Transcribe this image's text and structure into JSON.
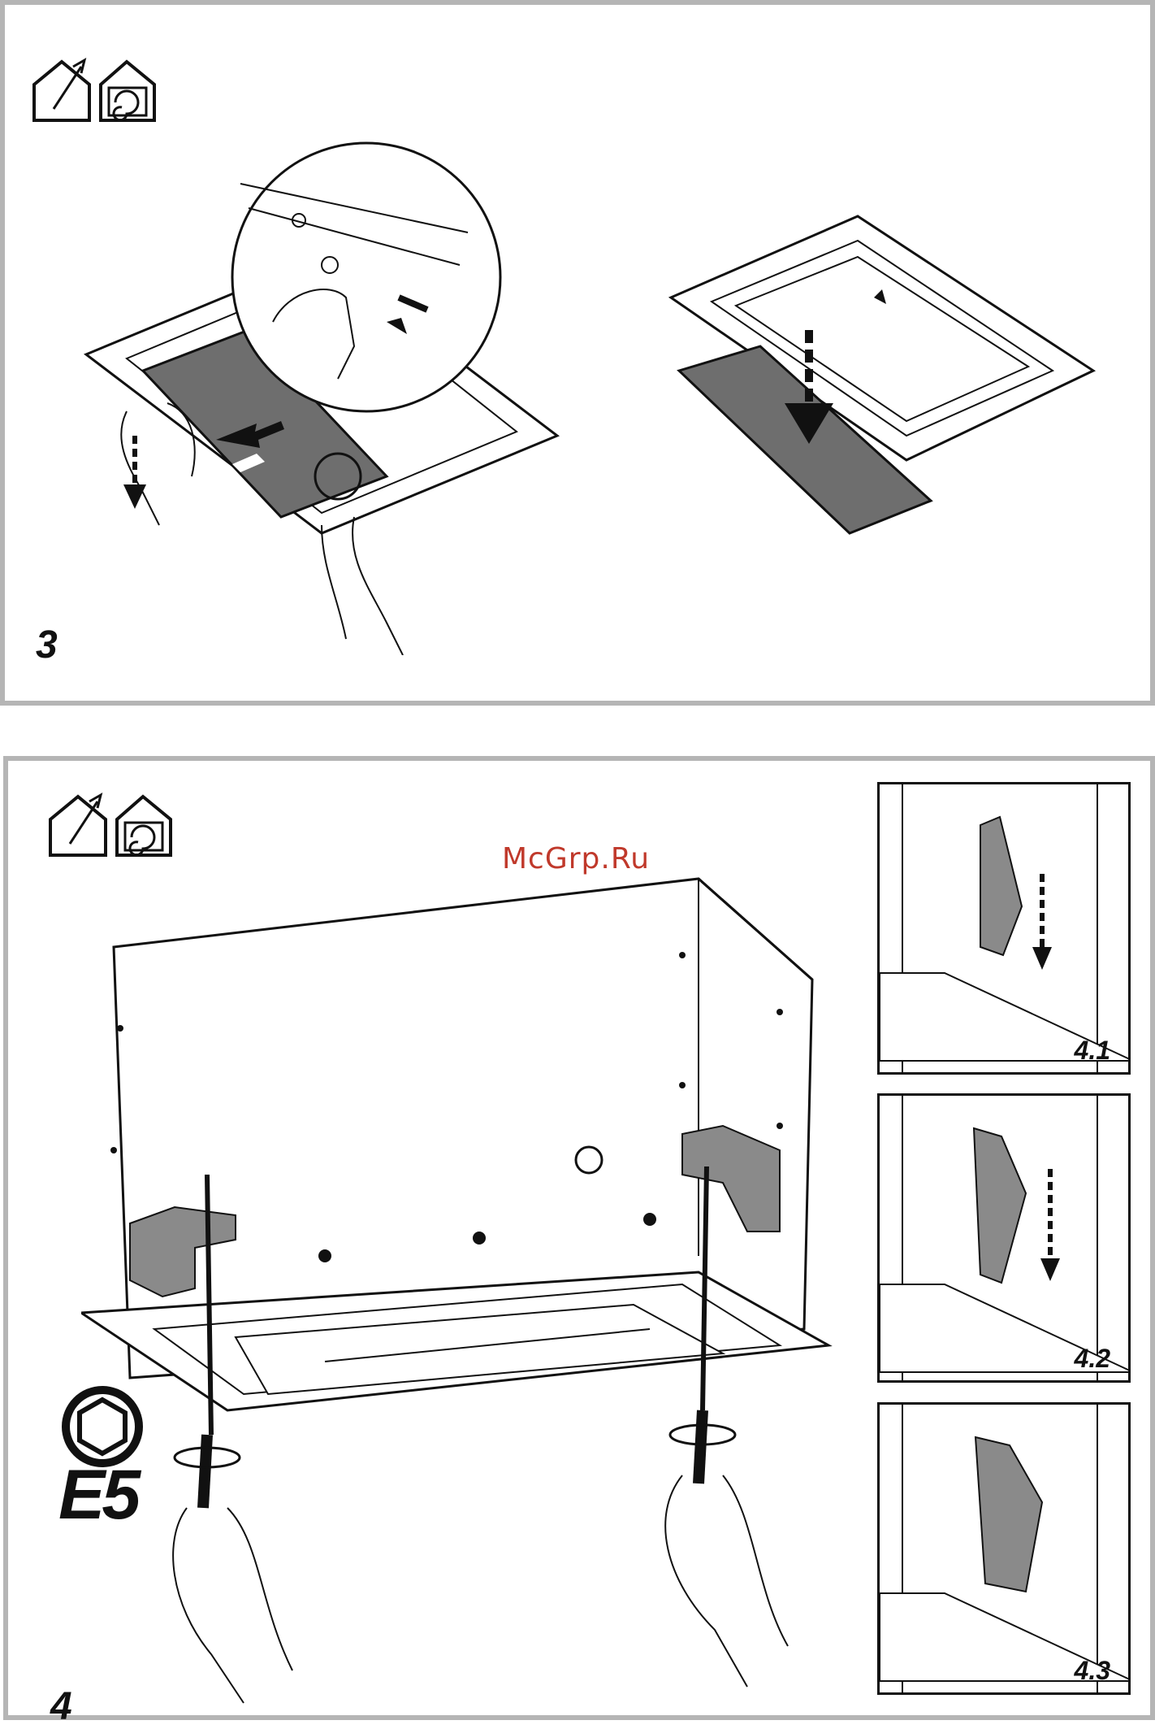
{
  "panel3": {
    "step_number": "3"
  },
  "panel4": {
    "step_number": "4",
    "tool_label": "E5",
    "substeps": [
      {
        "label": "4.1"
      },
      {
        "label": "4.2"
      },
      {
        "label": "4.3"
      }
    ]
  },
  "watermark": "McGrp.Ru",
  "icons": [
    "ducted-house-icon",
    "recirculating-house-icon"
  ],
  "colors": {
    "frame": "#b5b5b5",
    "filter": "#6e6e6e",
    "ink": "#111111",
    "watermark": "#c0392b"
  }
}
